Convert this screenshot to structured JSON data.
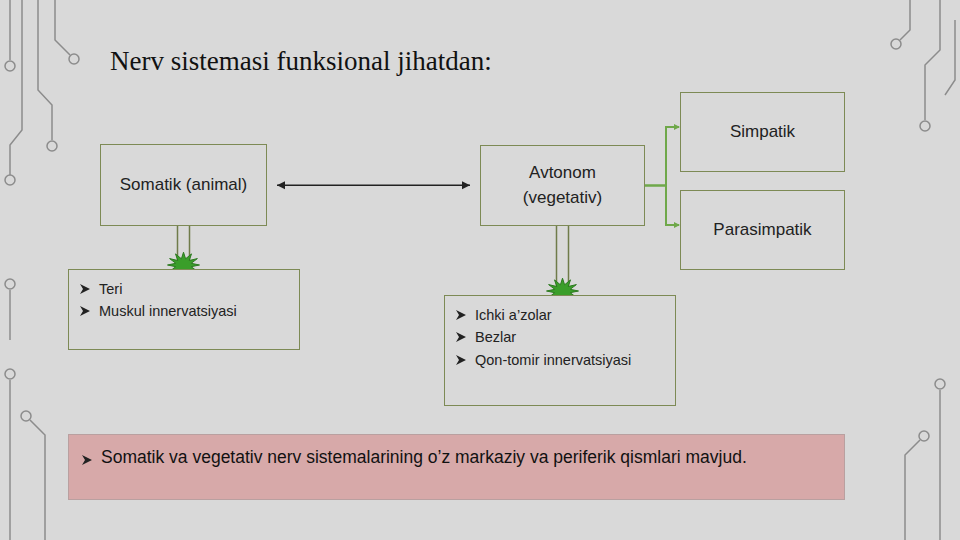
{
  "diagram": {
    "title": "Nerv sistemasi funksional jihatdan:",
    "nodes": [
      {
        "text": [
          "Somatik (animal)"
        ]
      },
      {
        "text": [
          "Avtonom (vegetativ)"
        ]
      },
      {
        "text": [
          "Simpatik"
        ]
      },
      {
        "text": [
          "Parasimpatik"
        ]
      },
      {
        "text": [
          "Teri",
          "Muskul innervatsiyasi"
        ]
      },
      {
        "text": [
          "Ichki a’zolar",
          "Bezlar",
          "Qon-tomir innervatsiyasi"
        ]
      },
      {
        "text": [
          "Somatik va vegetativ nerv sistemalarining o’z markaziy va periferik qismlari mavjud."
        ]
      }
    ],
    "edges": [
      {
        "from": 0,
        "to": 1,
        "arrow": "both"
      },
      {
        "from": 1,
        "to": 2,
        "arrow": "to"
      },
      {
        "from": 1,
        "to": 3,
        "arrow": "to"
      },
      {
        "from": 0,
        "to": 4,
        "arrow": "to"
      },
      {
        "from": 1,
        "to": 5,
        "arrow": "to"
      }
    ]
  }
}
